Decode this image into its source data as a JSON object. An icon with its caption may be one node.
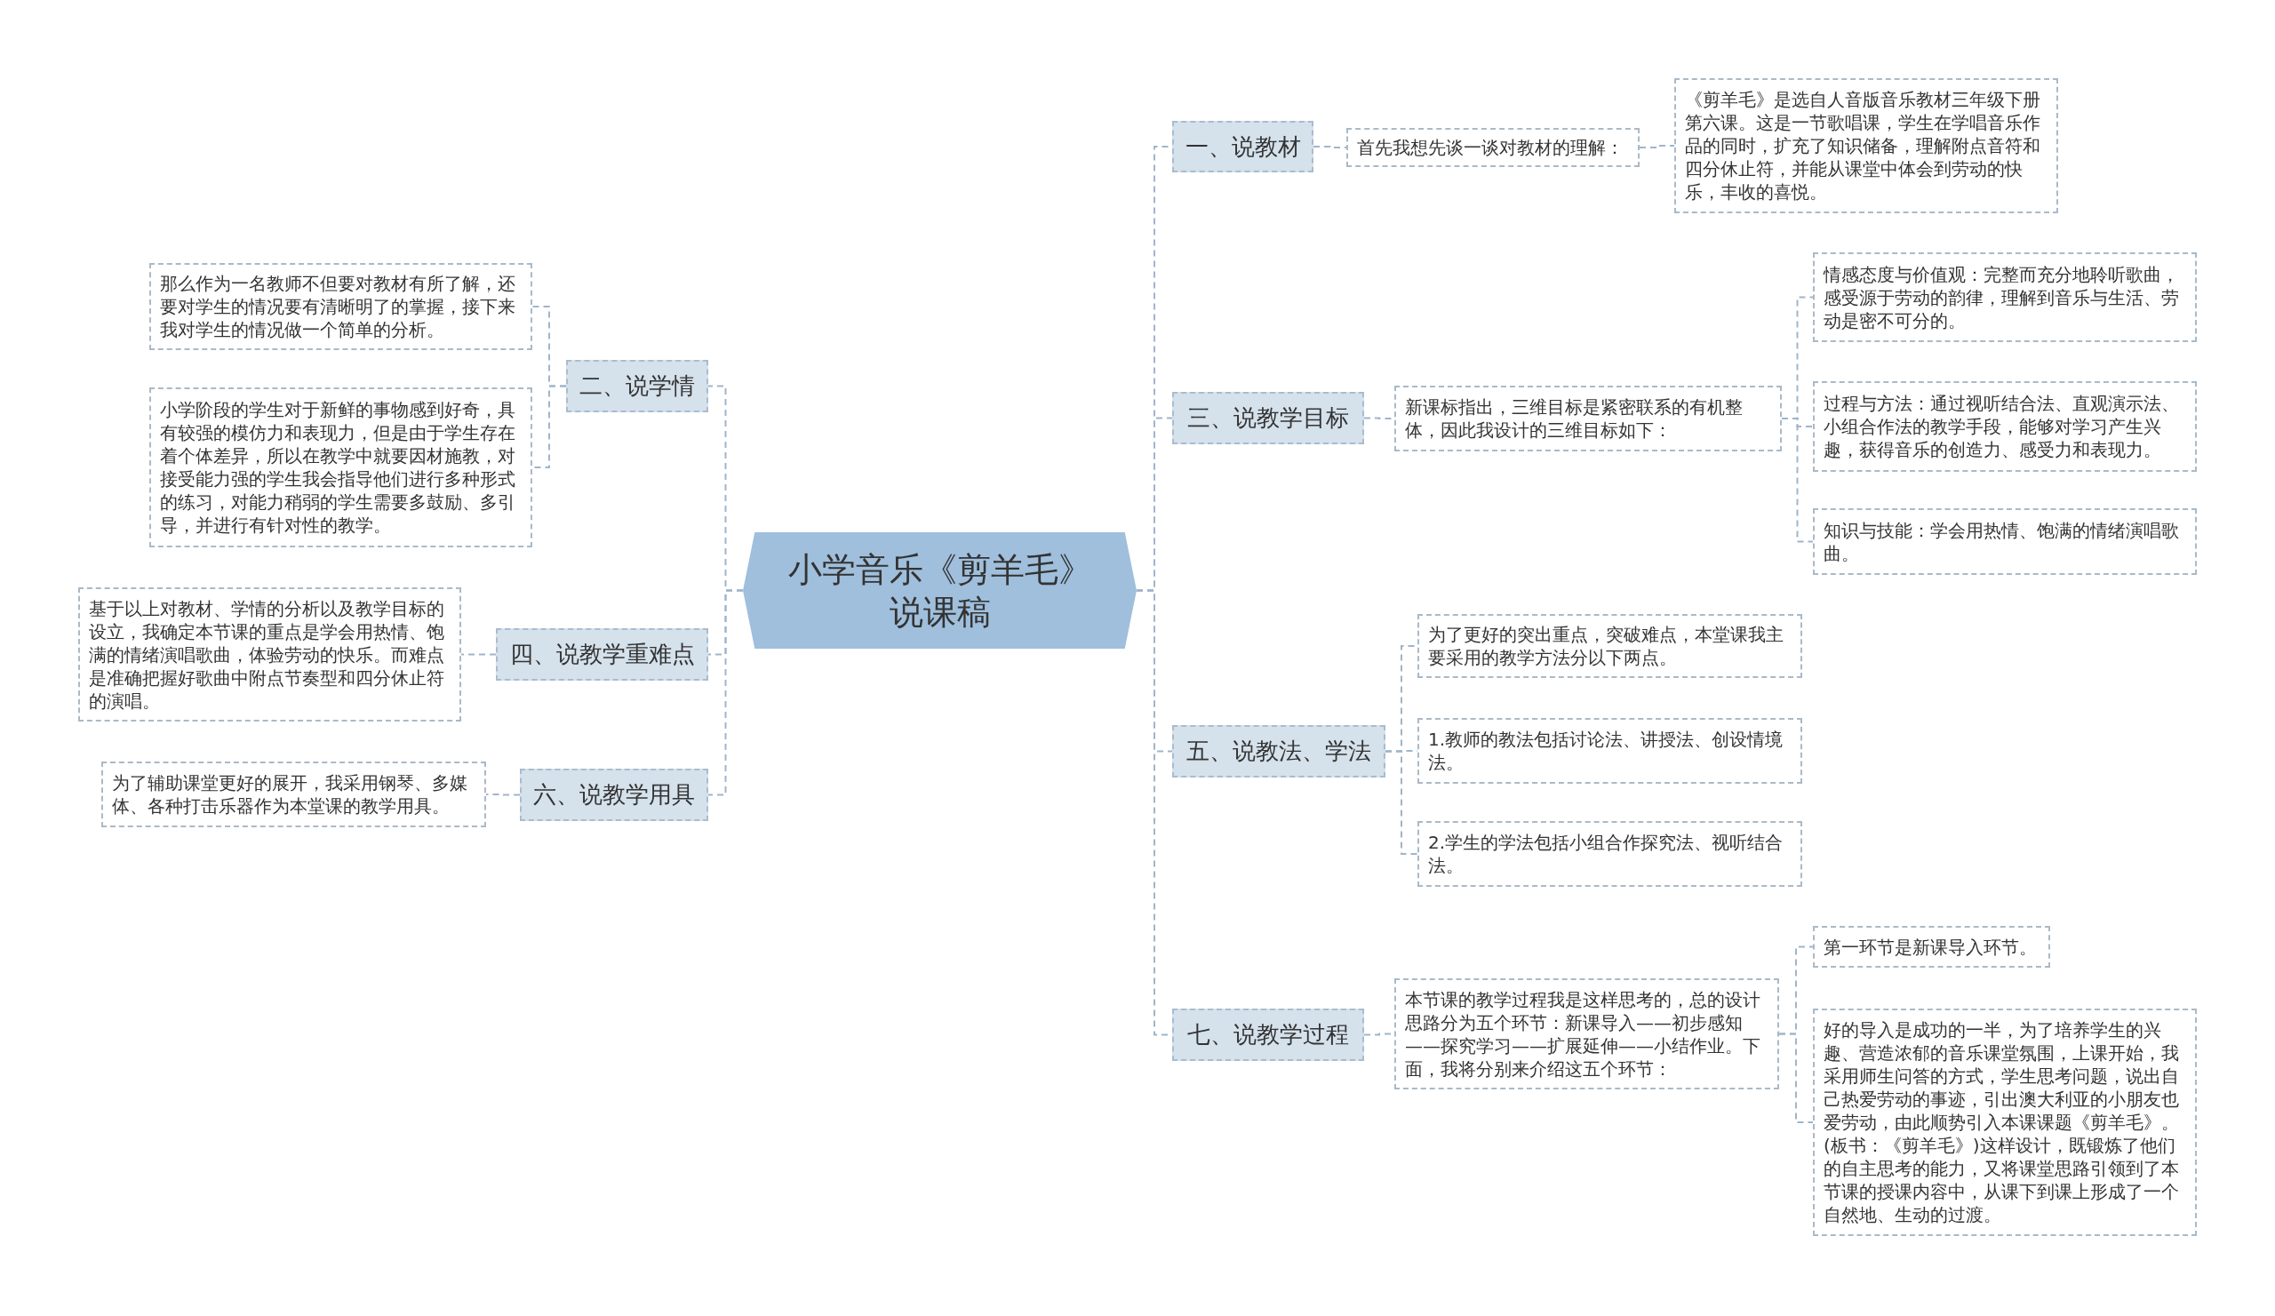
{
  "diagram": {
    "nodes": [
      {
        "text": [
          "小学音乐《剪羊毛》说课稿"
        ]
      },
      {
        "text": [
          "一、说教材"
        ]
      },
      {
        "text": [
          "首先我想先谈一谈对教材的理解："
        ]
      },
      {
        "text": [
          "《剪羊毛》是选自人音版音乐教材三年级下册第六课。这是一节歌唱课，学生在学唱音乐作品的同时，扩充了知识储备，理解附点音符和四分休止符，并能从课堂中体会到劳动的快乐，丰收的喜悦。"
        ]
      },
      {
        "text": [
          "二、说学情"
        ]
      },
      {
        "text": [
          "那么作为一名教师不但要对教材有所了解，还要对学生的情况要有清晰明了的掌握，接下来我对学生的情况做一个简单的分析。"
        ]
      },
      {
        "text": [
          "小学阶段的学生对于新鲜的事物感到好奇，具有较强的模仿力和表现力，但是由于学生存在着个体差异，所以在教学中就要因材施教，对接受能力强的学生我会指导他们进行多种形式的练习，对能力稍弱的学生需要多鼓励、多引导，并进行有针对性的教学。"
        ]
      },
      {
        "text": [
          "三、说教学目标"
        ]
      },
      {
        "text": [
          "新课标指出，三维目标是紧密联系的有机整体，因此我设计的三维目标如下："
        ]
      },
      {
        "text": [
          "情感态度与价值观：完整而充分地聆听歌曲，感受源于劳动的韵律，理解到音乐与生活、劳动是密不可分的。"
        ]
      },
      {
        "text": [
          "过程与方法：通过视听结合法、直观演示法、小组合作法的教学手段，能够对学习产生兴趣，获得音乐的创造力、感受力和表现力。"
        ]
      },
      {
        "text": [
          "知识与技能：学会用热情、饱满的情绪演唱歌曲。"
        ]
      },
      {
        "text": [
          "四、说教学重难点"
        ]
      },
      {
        "text": [
          "基于以上对教材、学情的分析以及教学目标的设立，我确定本节课的重点是学会用热情、饱满的情绪演唱歌曲，体验劳动的快乐。而难点是准确把握好歌曲中附点节奏型和四分休止符的演唱。"
        ]
      },
      {
        "text": [
          "五、说教法、学法"
        ]
      },
      {
        "text": [
          "为了更好的突出重点，突破难点，本堂课我主要采用的教学方法分以下两点。"
        ]
      },
      {
        "text": [
          "1.教师的教法包括讨论法、讲授法、创设情境法。"
        ]
      },
      {
        "text": [
          "2.学生的学法包括小组合作探究法、视听结合法。"
        ]
      },
      {
        "text": [
          "六、说教学用具"
        ]
      },
      {
        "text": [
          "为了辅助课堂更好的展开，我采用钢琴、多媒体、各种打击乐器作为本堂课的教学用具。"
        ]
      },
      {
        "text": [
          "七、说教学过程"
        ]
      },
      {
        "text": [
          "本节课的教学过程我是这样思考的，总的设计思路分为五个环节：新课导入——初步感知——探究学习——扩展延伸——小结作业。下面，我将分别来介绍这五个环节："
        ]
      },
      {
        "text": [
          "第一环节是新课导入环节。"
        ]
      },
      {
        "text": [
          "好的导入是成功的一半，为了培养学生的兴趣、营造浓郁的音乐课堂氛围，上课开始，我采用师生问答的方式，学生思考问题，说出自己热爱劳动的事迹，引出澳大利亚的小朋友也爱劳动，由此顺势引入本课课题《剪羊毛》。(板书：《剪羊毛》)这样设计，既锻炼了他们的自主思考的能力，又将课堂思路引领到了本节课的授课内容中，从课下到课上形成了一个自然地、生动的过渡。"
        ]
      }
    ],
    "edges": [
      {
        "from": 0,
        "to": 1,
        "arrow": "none"
      },
      {
        "from": 1,
        "to": 2,
        "arrow": "none"
      },
      {
        "from": 2,
        "to": 3,
        "arrow": "none"
      },
      {
        "from": 0,
        "to": 4,
        "arrow": "none"
      },
      {
        "from": 4,
        "to": 5,
        "arrow": "none"
      },
      {
        "from": 4,
        "to": 6,
        "arrow": "none"
      },
      {
        "from": 0,
        "to": 7,
        "arrow": "none"
      },
      {
        "from": 7,
        "to": 8,
        "arrow": "none"
      },
      {
        "from": 8,
        "to": 9,
        "arrow": "none"
      },
      {
        "from": 8,
        "to": 10,
        "arrow": "none"
      },
      {
        "from": 8,
        "to": 11,
        "arrow": "none"
      },
      {
        "from": 0,
        "to": 12,
        "arrow": "none"
      },
      {
        "from": 12,
        "to": 13,
        "arrow": "none"
      },
      {
        "from": 0,
        "to": 14,
        "arrow": "none"
      },
      {
        "from": 14,
        "to": 15,
        "arrow": "none"
      },
      {
        "from": 14,
        "to": 16,
        "arrow": "none"
      },
      {
        "from": 14,
        "to": 17,
        "arrow": "none"
      },
      {
        "from": 0,
        "to": 18,
        "arrow": "none"
      },
      {
        "from": 18,
        "to": 19,
        "arrow": "none"
      },
      {
        "from": 0,
        "to": 20,
        "arrow": "none"
      },
      {
        "from": 20,
        "to": 21,
        "arrow": "none"
      },
      {
        "from": 21,
        "to": 22,
        "arrow": "none"
      },
      {
        "from": 21,
        "to": 23,
        "arrow": "none"
      }
    ]
  }
}
